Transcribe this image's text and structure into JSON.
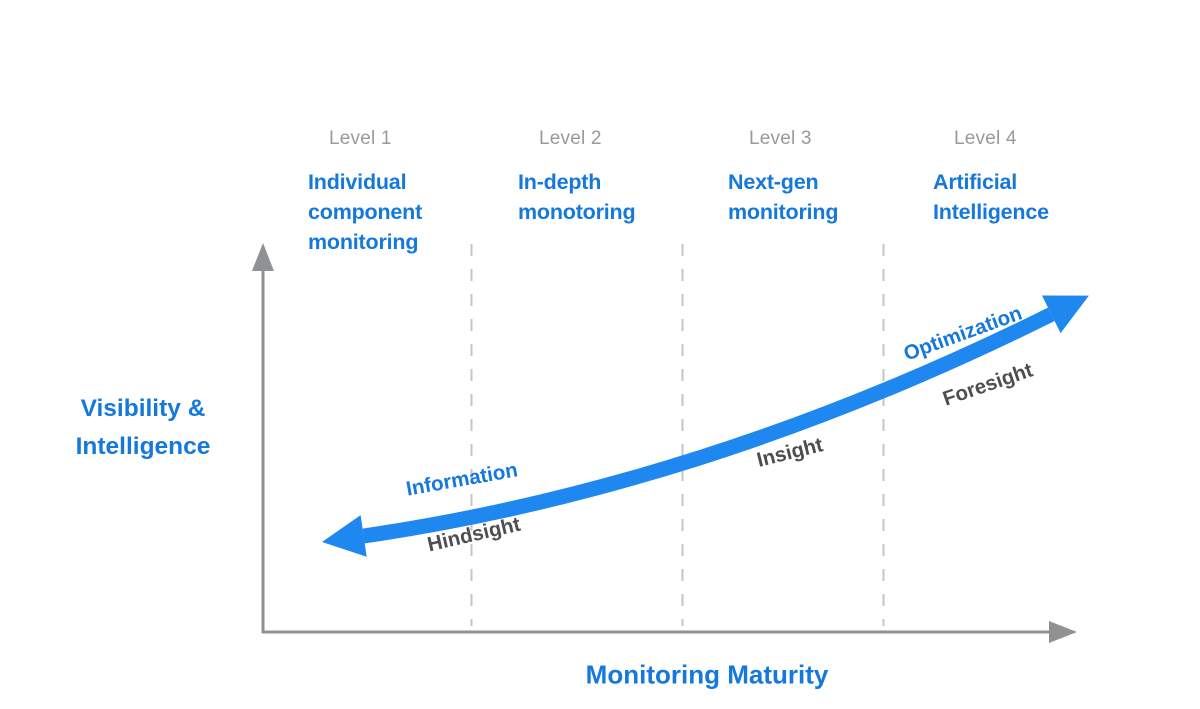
{
  "colors": {
    "blue_text": "#1478dc",
    "arrow_blue": "#1e87f0",
    "level_gray": "#9a9a9c",
    "dark_label": "#4e4e50",
    "axis_gray": "#8f9193",
    "dash_gray": "#c6c6c6"
  },
  "axes": {
    "y_label_line1": "Visibility &",
    "y_label_line2": "Intelligence",
    "x_label": "Monitoring Maturity"
  },
  "levels": [
    {
      "label": "Level 1",
      "lines": [
        "Individual",
        "component",
        "monitoring"
      ]
    },
    {
      "label": "Level 2",
      "lines": [
        "In-depth",
        "monotoring",
        ""
      ]
    },
    {
      "label": "Level 3",
      "lines": [
        "Next-gen",
        "monitoring",
        ""
      ]
    },
    {
      "label": "Level 4",
      "lines": [
        "Artificial",
        "Intelligence",
        ""
      ]
    }
  ],
  "arrow_labels": {
    "information": "Information",
    "hindsight": "Hindsight",
    "insight": "Insight",
    "optimization": "Optimization",
    "foresight": "Foresight"
  }
}
